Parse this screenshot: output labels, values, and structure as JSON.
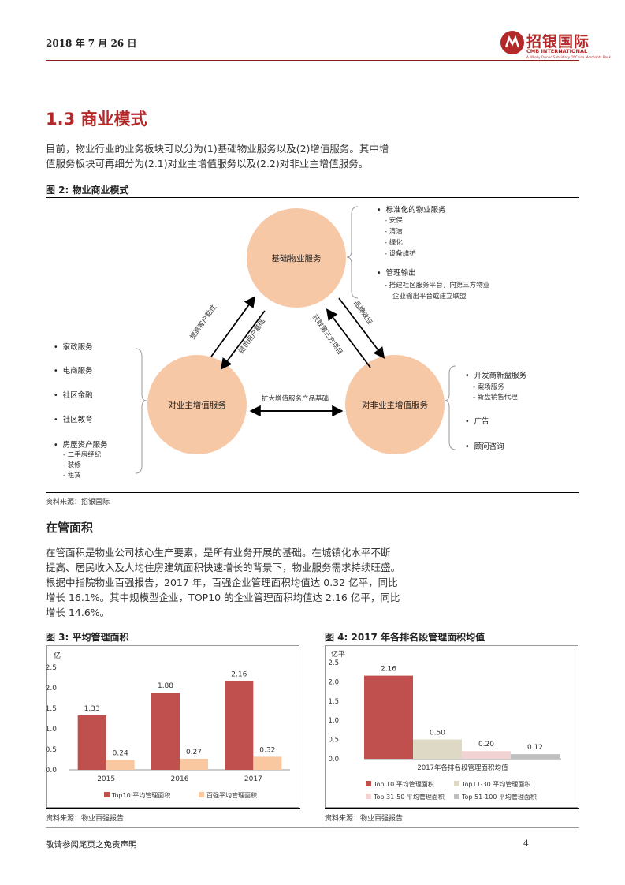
{
  "header": {
    "date": "2018 年 7 月 26 日",
    "logo_cn": "招银国际",
    "logo_en": "CMB INTERNATIONAL",
    "logo_sub": "A Wholly Owned Subsidiary Of China Merchants Bank"
  },
  "section": {
    "title": "1.3 商业模式",
    "intro_line1": "目前，物业行业的业务板块可以分为(1)基础物业服务以及(2)增值服务。其中增",
    "intro_line2": "值服务板块可再细分为(2.1)对业主增值服务以及(2.2)对非业主增值服务。"
  },
  "figure2": {
    "title": "图 2: 物业商业模式",
    "source": "资料来源：招银国际",
    "center_top": "基础物业服务",
    "center_left": "对业主增值服务",
    "center_right": "对非业主增值服务",
    "arrow_tl_out": "提高客户黏性",
    "arrow_tl_in": "提供用户基础",
    "arrow_tr_out": "品牌效应",
    "arrow_tr_in": "获取第三方项目",
    "arrow_bottom": "扩大增值服务产品基础",
    "right_top": {
      "item1": "标准化的物业服务",
      "item1_subs": [
        "- 安保",
        "- 清洁",
        "- 绿化",
        "- 设备维护"
      ],
      "item2": "管理输出",
      "item2_sub1": "- 搭建社区服务平台，向第三方物业",
      "item2_sub2": "企业输出平台或建立联盟"
    },
    "left": {
      "items": [
        "家政服务",
        "电商服务",
        "社区金融",
        "社区教育",
        "房屋资产服务"
      ],
      "subs": [
        "- 二手房经纪",
        "- 装修",
        "- 租赁"
      ]
    },
    "right_bottom": {
      "item1": "开发商新盘服务",
      "item1_subs": [
        "- 案场服务",
        "- 新盘销售代理"
      ],
      "item2": "广告",
      "item3": "顾问咨询"
    }
  },
  "area": {
    "heading": "在管面积",
    "lines": [
      "在管面积是物业公司核心生产要素，是所有业务开展的基础。在城镇化水平不断",
      "提高、居民收入及人均住房建筑面积快速增长的背景下，物业服务需求持续旺盛。",
      "根据中指院物业百强报告，2017 年，百强企业管理面积均值达 0.32 亿平，同比",
      "增长 16.1%。其中规模型企业，TOP10 的企业管理面积均值达 2.16 亿平，同比",
      "增长 14.6%。"
    ]
  },
  "figure3": {
    "title": "图 3: 平均管理面积",
    "source": "资料来源：物业百强报告"
  },
  "figure4": {
    "title": "图 4: 2017 年各排名段管理面积均值",
    "source": "资料来源：物业百强报告"
  },
  "chart_data": [
    {
      "type": "bar",
      "ylabel": "亿",
      "ylim": [
        0,
        2.5
      ],
      "yticks": [
        "0.0",
        "0.5",
        "1.0",
        "1.5",
        "2.0",
        "2.5"
      ],
      "categories": [
        "2015",
        "2016",
        "2017"
      ],
      "series": [
        {
          "name": "Top10 平均管理面积",
          "values": [
            1.33,
            1.88,
            2.16
          ],
          "labels": [
            "1.33",
            "1.88",
            "2.16"
          ],
          "color": "#c0504d"
        },
        {
          "name": "百强平均管理面积",
          "values": [
            0.24,
            0.27,
            0.32
          ],
          "labels": [
            "0.24",
            "0.27",
            "0.32"
          ],
          "color": "#fac8a0"
        }
      ]
    },
    {
      "type": "bar",
      "ylabel": "亿平",
      "ylim": [
        0,
        2.5
      ],
      "yticks": [
        "0.0",
        "0.5",
        "1.0",
        "1.5",
        "2.0",
        "2.5"
      ],
      "xlabel": "2017年各排名段管理面积均值",
      "series": [
        {
          "name": "Top 10 平均管理面积",
          "values": [
            2.16
          ],
          "labels": [
            "2.16"
          ],
          "color": "#c0504d"
        },
        {
          "name": "Top11-30 平均管理面积",
          "values": [
            0.5
          ],
          "labels": [
            "0.50"
          ],
          "color": "#ddd9c4"
        },
        {
          "name": "Top 31-50 平均管理面积",
          "values": [
            0.2
          ],
          "labels": [
            "0.20"
          ],
          "color": "#f2d3d3"
        },
        {
          "name": "Top 51-100 平均管理面积",
          "values": [
            0.12
          ],
          "labels": [
            "0.12"
          ],
          "color": "#bfbfbf"
        }
      ]
    }
  ],
  "footer": {
    "disclaimer": "敬请参阅尾页之免责声明",
    "page": "4"
  }
}
